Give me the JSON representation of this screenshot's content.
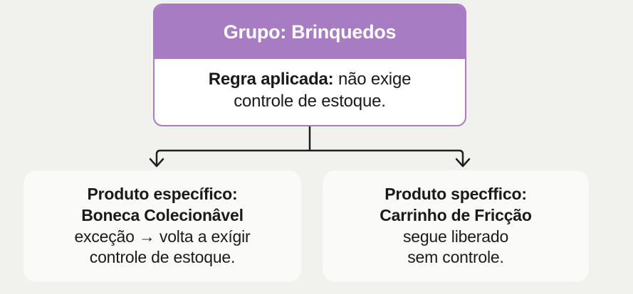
{
  "colors": {
    "page_background": "#F1F1ED",
    "header_purple": "#A87CC2",
    "card_background": "#FAFAF8",
    "parent_body_background": "#FFFFFF",
    "text": "#1A1A1A",
    "connector": "#1F1F1F"
  },
  "parent": {
    "header_title": "Grupo: Brinquedos",
    "body_label": "Regra aplicada:",
    "body_rest": " não exige",
    "body_line2": "controle de estoque."
  },
  "children": [
    {
      "label": "Produto específico:",
      "name": "Boneca Colecionâvel",
      "detail_line1": "exceção → volta a exígir",
      "detail_line2": "controle de estoque."
    },
    {
      "label": "Produto specffico:",
      "name": "Carrinho de Fricção",
      "detail_line1": "segue liberado",
      "detail_line2": "sem controle."
    }
  ],
  "connector": {
    "arrow_left_label": "arrow-down-left",
    "arrow_right_label": "arrow-down-right"
  }
}
